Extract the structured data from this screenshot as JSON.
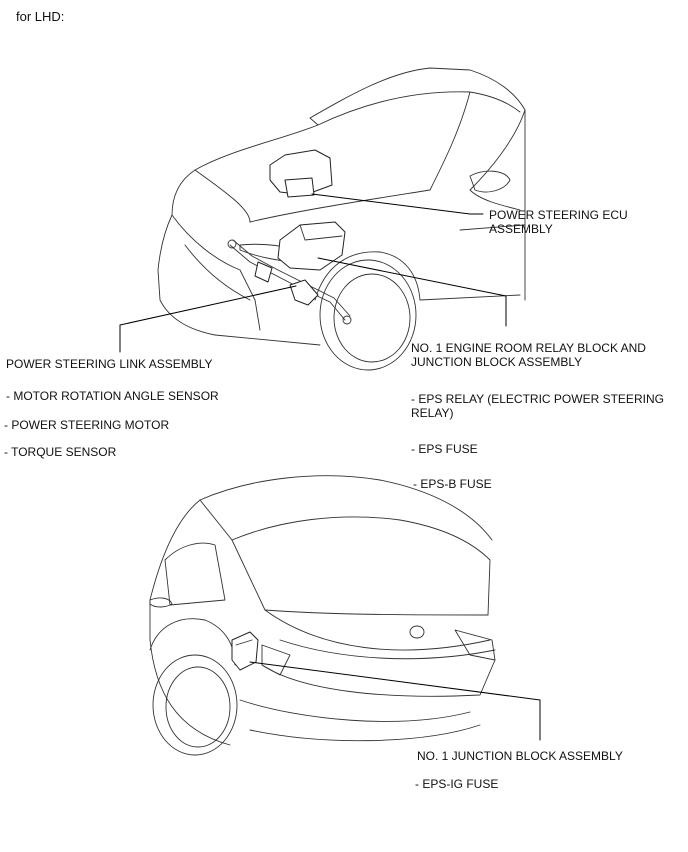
{
  "heading": "for LHD:",
  "labels": {
    "ecu": [
      "POWER STEERING ECU",
      "ASSEMBLY"
    ],
    "relay_block": [
      "NO. 1 ENGINE ROOM RELAY BLOCK AND",
      "JUNCTION BLOCK ASSEMBLY"
    ],
    "eps_relay": [
      "- EPS RELAY (ELECTRIC POWER STEERING",
      "RELAY)"
    ],
    "eps_fuse": "- EPS FUSE",
    "eps_b_fuse": "- EPS-B FUSE",
    "link_assembly": "POWER STEERING LINK ASSEMBLY",
    "motor_angle_sensor": "- MOTOR ROTATION ANGLE SENSOR",
    "steering_motor": "- POWER STEERING MOTOR",
    "torque_sensor": "- TORQUE SENSOR",
    "junction_block": "NO. 1 JUNCTION BLOCK ASSEMBLY",
    "eps_ig_fuse": "- EPS-IG FUSE"
  }
}
